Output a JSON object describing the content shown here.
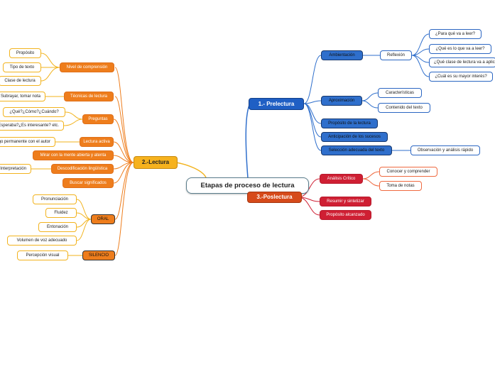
{
  "central": "Etapas de proceso de lectura",
  "branches": {
    "prelectura": {
      "label": "1.- Prelectura",
      "ambientacion": "Ambientación",
      "reflexion": "Reflexión",
      "reflexion_items": [
        "¿Para qué va a leer?",
        "¿Qué es lo que va a leer?",
        "¿Qué clase de lectura va a aplicar?",
        "¿Cuál es su mayor interés?"
      ],
      "aproximacion": "Aproximación",
      "aproximacion_items": [
        "Características",
        "Contenido del texto"
      ],
      "proposito": "Propósito de la lectura",
      "anticipacion": "Anticipación de los sucesos",
      "seleccion": "Selección adecuada del texto",
      "observacion": "Observación y análisis rápido"
    },
    "lectura": {
      "label": "2.-Lectura",
      "nivel": "Nivel de comprensión",
      "nivel_items": [
        "Propósito",
        "Tipo de texto",
        "Clase de lectura"
      ],
      "tecnicas": "Técnicas de lectura",
      "tecnicas_item": "Subrayar, tomar nota",
      "preguntas": "Preguntas",
      "preguntas_items": [
        "¿Qué?¿Cómo?¿Cuándo?",
        "¿Esperaba?¿Es interesante? etc."
      ],
      "lectura_activa": "Lectura activa",
      "lectura_activa_item": "Diálogo permanente con el autor",
      "mirar": "Mirar con la mente abierta y atenta",
      "decodificacion": "Descodificación lingüística",
      "decodificacion_item": "Interpretación",
      "buscar": "Buscar significados",
      "oral": "ORAL",
      "oral_items": [
        "Pronunciación",
        "Fluidez",
        "Entonación",
        "Volumen de voz adecuado"
      ],
      "silencio": "SILENCIO",
      "silencio_item": "Percepción visual"
    },
    "poslectura": {
      "label": "3.-Poslectura",
      "analisis": "Análisis Crítico",
      "analisis_items": [
        "Conocer y comprender",
        "Toma de notas"
      ],
      "resumir": "Resumir y sintetizar",
      "proposito": "Propósito alcanzado"
    }
  },
  "colors": {
    "blue": "#2f6fcc",
    "orange": "#ee7d1c",
    "yellow": "#f2b31e",
    "red": "#cf1f33"
  }
}
